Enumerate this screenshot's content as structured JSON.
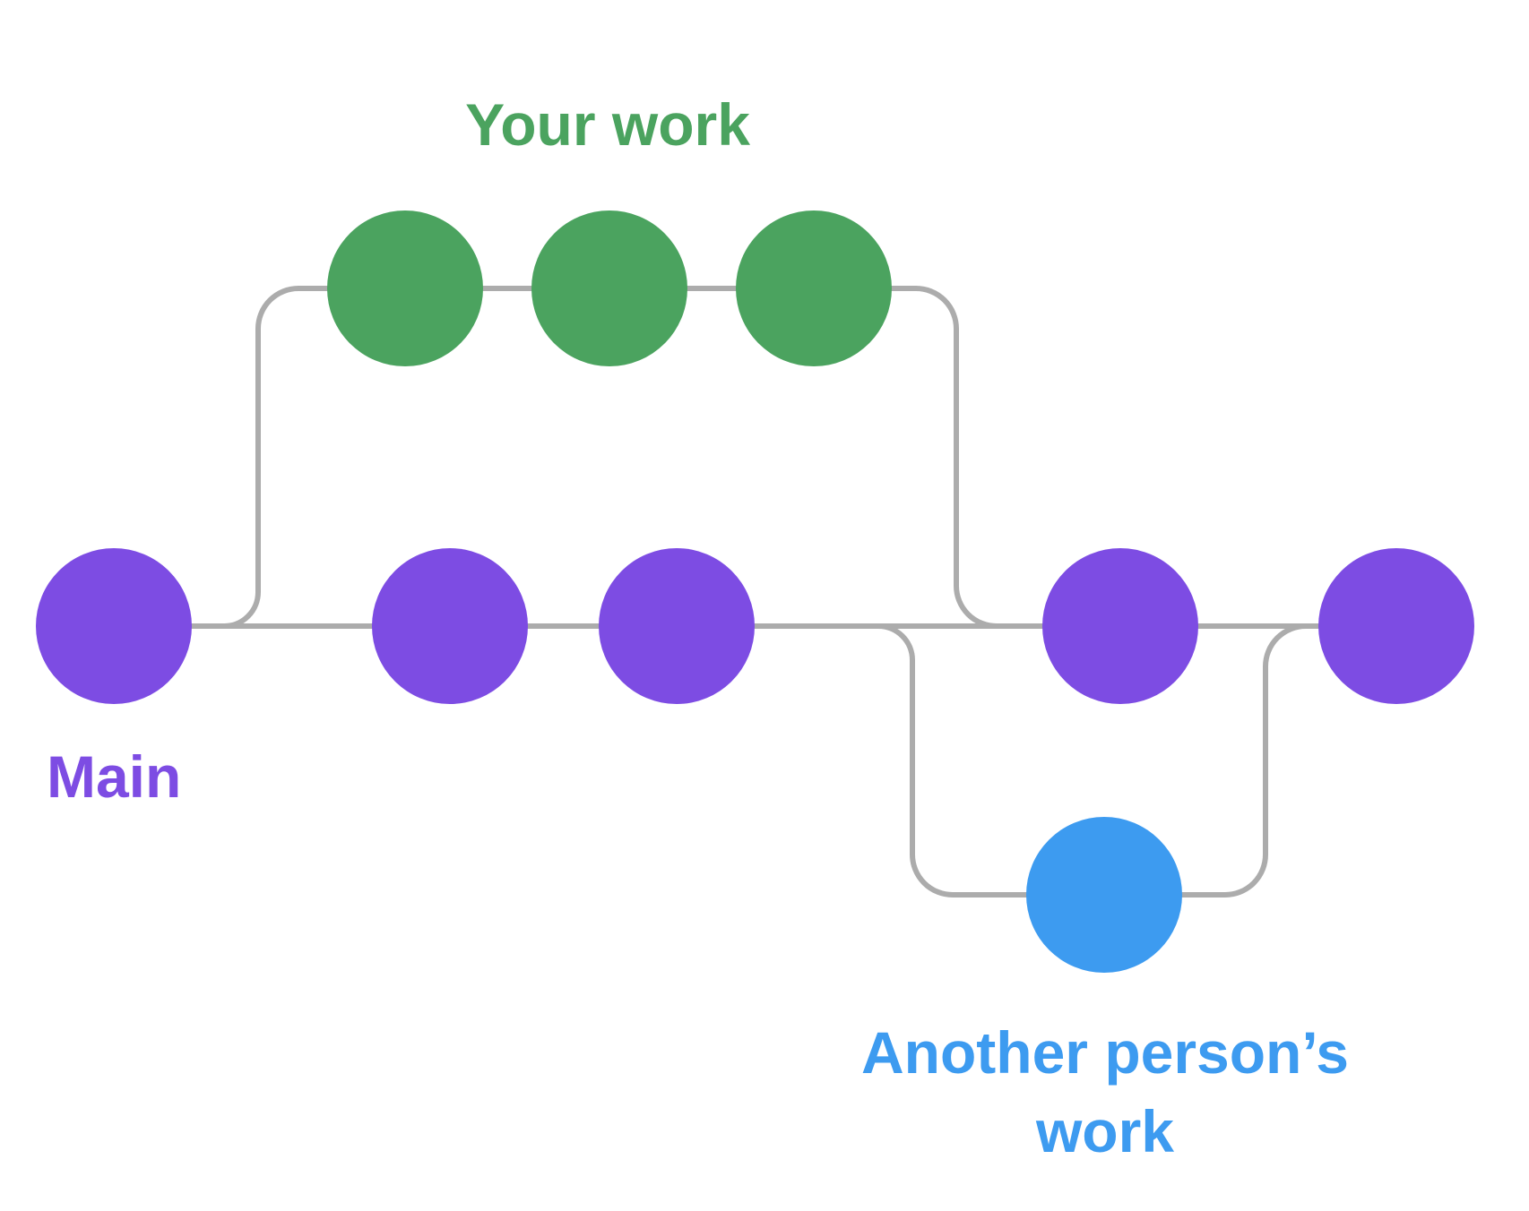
{
  "labels": {
    "your_work": "Your work",
    "main": "Main",
    "another_person_line1": "Another person’s",
    "another_person_line2": "work"
  },
  "colors": {
    "main_branch": "#7D4CE3",
    "your_work_branch": "#4BA35F",
    "another_person_branch": "#3D9BF0",
    "connector_line": "#ACACAC",
    "background": "#FFFFFF"
  },
  "diagram": {
    "type": "git-branch-graph",
    "branches": [
      {
        "name": "Main",
        "commit_count": 5,
        "color": "#7D4CE3"
      },
      {
        "name": "Your work",
        "commit_count": 3,
        "color": "#4BA35F",
        "branches_from": "Main",
        "merges_into": "Main"
      },
      {
        "name": "Another person’s work",
        "commit_count": 1,
        "color": "#3D9BF0",
        "branches_from": "Main",
        "merges_into": "Main"
      }
    ]
  }
}
